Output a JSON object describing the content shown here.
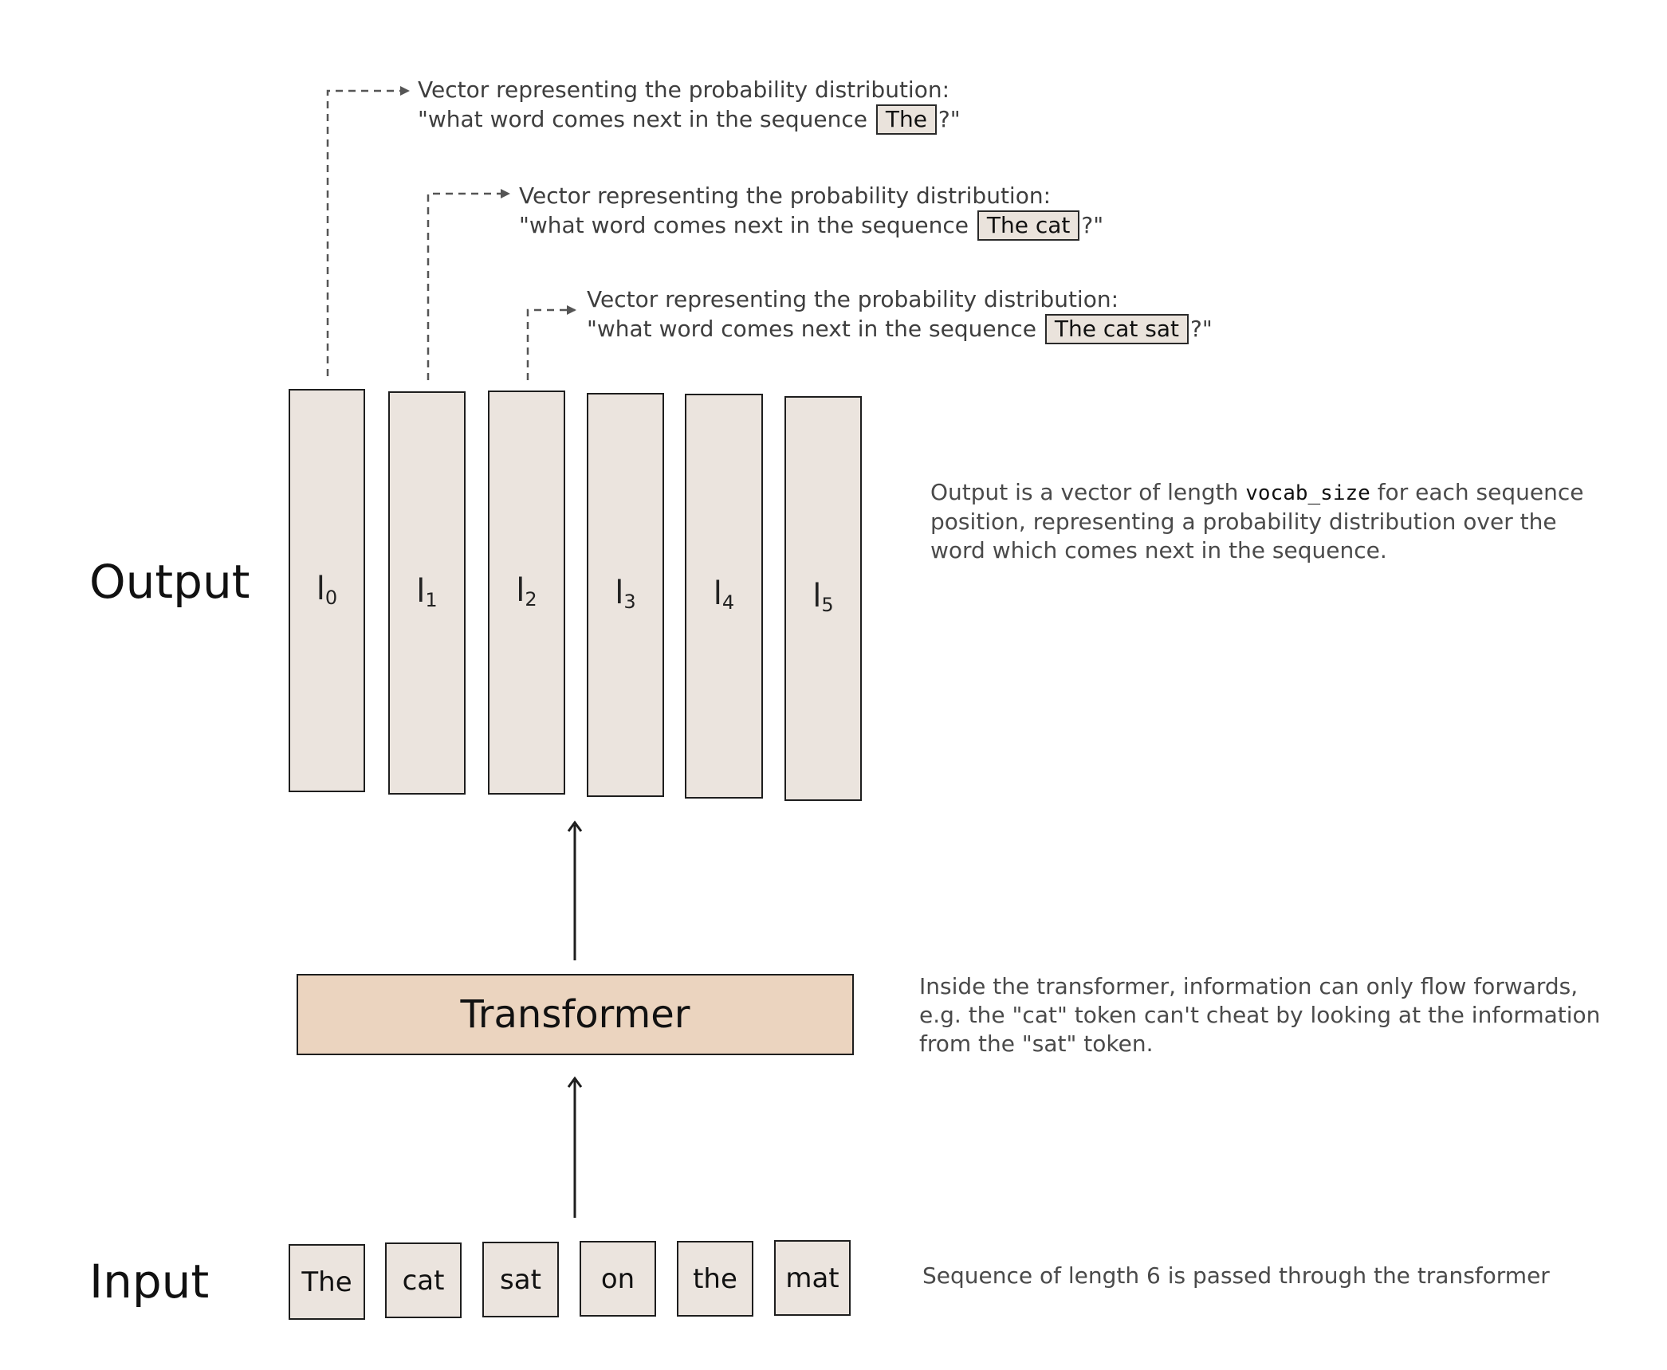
{
  "labels": {
    "output": "Output",
    "input": "Input",
    "transformer": "Transformer"
  },
  "output_bars": [
    {
      "base": "l",
      "sub": "0"
    },
    {
      "base": "l",
      "sub": "1"
    },
    {
      "base": "l",
      "sub": "2"
    },
    {
      "base": "l",
      "sub": "3"
    },
    {
      "base": "l",
      "sub": "4"
    },
    {
      "base": "l",
      "sub": "5"
    }
  ],
  "input_tokens": [
    "The",
    "cat",
    "sat",
    "on",
    "the",
    "mat"
  ],
  "callouts": [
    {
      "line1": "Vector representing the probability distribution:",
      "prefix": "\"what word comes next in the sequence",
      "box": "The",
      "suffix": "?\""
    },
    {
      "line1": "Vector representing the probability distribution:",
      "prefix": "\"what word comes next in the sequence",
      "box": "The cat",
      "suffix": "?\""
    },
    {
      "line1": "Vector representing the probability distribution:",
      "prefix": "\"what word comes next in the sequence",
      "box": "The cat sat",
      "suffix": "?\""
    }
  ],
  "descriptions": {
    "output_part1": "Output is a vector of length",
    "output_code": "vocab_size",
    "output_part2": "for each sequence position, representing a probability distribution over the word which comes next in the sequence.",
    "transformer": "Inside the transformer, information can only flow forwards, e.g. the \"cat\" token can't cheat by looking at the information from the \"sat\" token.",
    "input": "Sequence of length 6 is passed through the transformer"
  },
  "colors": {
    "bar_fill": "#ebe4de",
    "transformer_fill": "#ebd4bf",
    "stroke": "#1e1e1e",
    "dashed": "#555555"
  }
}
